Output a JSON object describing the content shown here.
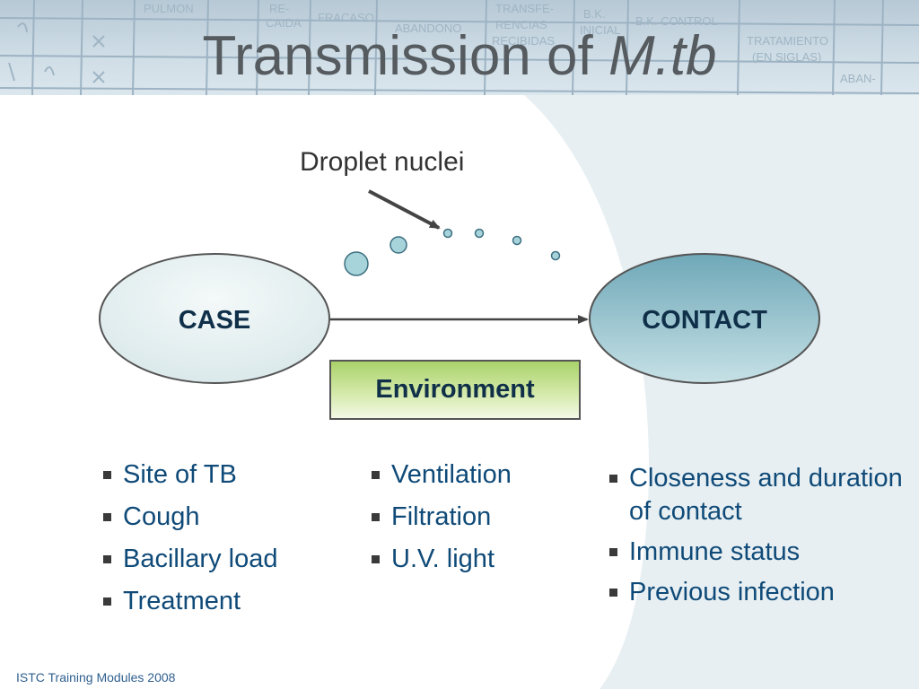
{
  "title": {
    "main": "Transmission of ",
    "italic": "M.tb"
  },
  "background_form_text": [
    "PULMON",
    "RE-",
    "CAIDA",
    "FRACASO",
    "ABANDONO",
    "TRANSFE-",
    "RENCIAS",
    "RECIBIDAS",
    "B.K.",
    "INICIAL",
    "B.K. CONTROL",
    "TRATAMIENTO",
    "(EN SIGLAS)",
    "ABAN-"
  ],
  "diagram": {
    "droplet_label": "Droplet nuclei",
    "case_label": "CASE",
    "contact_label": "CONTACT",
    "environment_label": "Environment"
  },
  "case_factors": [
    "Site of TB",
    "Cough",
    "Bacillary load",
    "Treatment"
  ],
  "environment_factors": [
    "Ventilation",
    "Filtration",
    "U.V. light"
  ],
  "contact_factors": [
    "Closeness and duration of contact",
    "Immune status",
    "Previous infection"
  ],
  "footer": "ISTC Training Modules 2008",
  "colors": {
    "title": "#555b5f",
    "bullet_text": "#0f4a78",
    "case_fill": "#e6f0f1",
    "contact_fill": "#7fb3c2",
    "environment_fill": "#c4e28e",
    "droplet_fill": "#a7d3db"
  }
}
